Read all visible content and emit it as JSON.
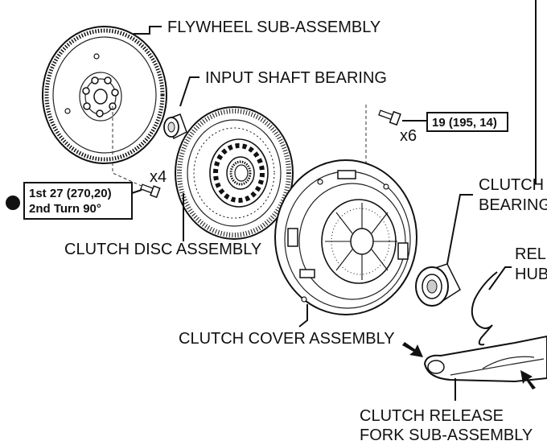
{
  "labels": {
    "flywheel": "FLYWHEEL SUB-ASSEMBLY",
    "input_shaft_bearing": "INPUT SHAFT BEARING",
    "clutch_disc": "CLUTCH DISC ASSEMBLY",
    "clutch_cover": "CLUTCH COVER ASSEMBLY",
    "clutch_bearing_1": "CLUTCH",
    "clutch_bearing_2": "BEARING",
    "release_hub_1": "REL",
    "release_hub_2": "HUB",
    "release_fork_1": "CLUTCH RELEASE",
    "release_fork_2": "FORK SUB-ASSEMBLY"
  },
  "torque": {
    "cover_bolt_spec": "19 (195, 14)",
    "cover_bolt_qty": "x6",
    "flywheel_bolt_qty": "x4",
    "flywheel_step1": "1st 27 (270,20)",
    "flywheel_step2": "2nd Turn 90°"
  },
  "icons": {
    "flywheel": "flywheel-icon",
    "bearing": "input-shaft-bearing-icon",
    "disc": "clutch-disc-icon",
    "cover": "clutch-cover-icon",
    "release_bearing": "release-bearing-icon",
    "fork": "release-fork-icon",
    "bolt": "bolt-icon",
    "bullet": "bullet-icon"
  }
}
